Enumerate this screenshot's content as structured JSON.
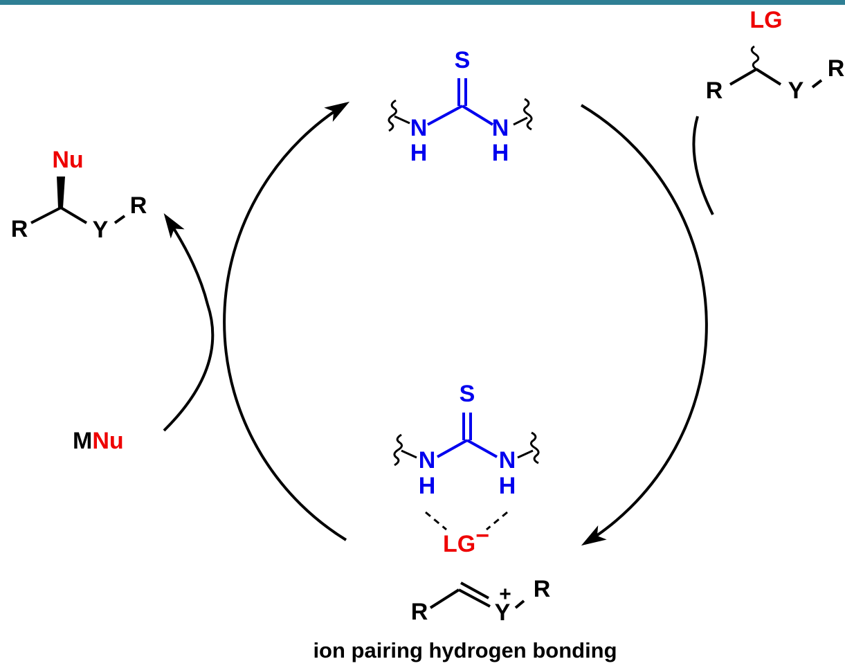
{
  "colors": {
    "top_bar": "#2f7f94",
    "catalyst": "#0000ee",
    "highlight": "#ee0000",
    "ink": "#000000"
  },
  "catalyst_free": {
    "sulfur": "S",
    "nitrogen_left": "N",
    "nitrogen_right": "N",
    "hydrogen_left": "H",
    "hydrogen_right": "H"
  },
  "catalyst_bound": {
    "sulfur": "S",
    "nitrogen_left": "N",
    "nitrogen_right": "N",
    "hydrogen_left": "H",
    "hydrogen_right": "H",
    "anion": "LG",
    "anion_charge": "−"
  },
  "substrate": {
    "leaving_group": "LG",
    "r_left": "R",
    "y": "Y",
    "r_right": "R"
  },
  "product": {
    "nucleophile": "Nu",
    "r_left": "R",
    "y": "Y",
    "r_right": "R"
  },
  "reagent": {
    "metal": "M",
    "nucleophile": "Nu"
  },
  "cation": {
    "r_left": "R",
    "y": "Y",
    "charge": "+",
    "r_right": "R"
  },
  "caption": "ion pairing hydrogen bonding"
}
